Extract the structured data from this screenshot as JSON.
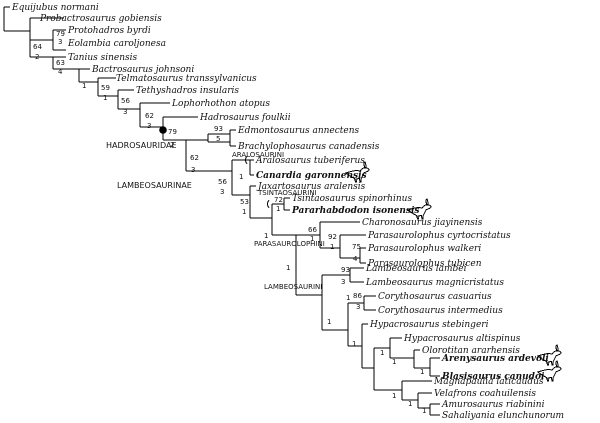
{
  "taxa": {
    "equijubus": "Equijubus normani",
    "probactrosaurus": "Probactrosaurus gobiensis",
    "protohadros": "Protohadros byrdi",
    "eolambia": "Eolambia caroljonesa",
    "tanius": "Tanius sinensis",
    "bactrosaurus": "Bactrosaurus johnsoni",
    "telmatosaurus": "Telmatosaurus transsylvanicus",
    "tethyshadros": "Tethyshadros insularis",
    "lophorhothon": "Lophorhothon atopus",
    "hadrosaurus": "Hadrosaurus foulkii",
    "edmontosaurus": "Edmontosaurus annectens",
    "brachylophosaurus": "Brachylophosaurus canadensis",
    "aralosaurus": "Aralosaurus tuberiferus",
    "canardia": "Canardia garonnensis",
    "jaxartosaurus": "Jaxartosaurus aralensis",
    "tsintaosaurus": "Tsintaosaurus spinorhinus",
    "pararhabdodon": "Pararhabdodon isonensis",
    "charonosaurus": "Charonosaurus jiayinensis",
    "p_cyrtocristatus": "Parasaurolophus cyrtocristatus",
    "p_walkeri": "Parasaurolophus walkeri",
    "p_tubicen": "Parasaurolophus tubicen",
    "l_lambei": "Lambeosaurus lambei",
    "l_magnicristatus": "Lambeosaurus magnicristatus",
    "c_casuarius": "Corythosaurus casuarius",
    "c_intermedius": "Corythosaurus intermedius",
    "h_stebingeri": "Hypacrosaurus stebingeri",
    "h_altispinus": "Hypacrosaurus altispinus",
    "olorotitan": "Olorotitan ararhensis",
    "arenysaurus": "Arenysaurus ardevoli",
    "blasisaurus": "Blasisaurus canudoi",
    "magnapaulia": "Magnapaulia laticaudus",
    "velafrons": "Velafrons coahuilensis",
    "amurosaurus": "Amurosaurus riabinini",
    "sahaliyania": "Sahaliyania elunchunorum"
  },
  "clades": {
    "hadrosauridae": "HADROSAURIDAE",
    "lambeosaurinae": "LAMBEOSAURINAE",
    "aralosaurini": "ARALOSAURINI",
    "tsintaosaurini": "TSINTAOSAURINI",
    "parasaurolophini": "PARASAUROLOPHINI",
    "lambeosaurini": "LAMBEOSAURINI"
  },
  "support": {
    "n64": "64",
    "n2a": "2",
    "n79a": "79",
    "n3a": "3",
    "n63": "63",
    "n4": "4",
    "n1a": "1",
    "n59": "59",
    "n1b": "1",
    "n56a": "56",
    "n3b": "3",
    "n62a": "62",
    "n3c": "3",
    "n79b": "79",
    "n2b": "2",
    "n93a": "93",
    "n5": "5",
    "n62b": "62",
    "n3d": "3",
    "n1c": "1",
    "n56b": "56",
    "n3e": "3",
    "n53": "53",
    "n1d": "1",
    "n72": "72",
    "n1e": "1",
    "n1f": "1",
    "n66": "66",
    "n1g": "1",
    "n92": "92",
    "n1h": "1",
    "n75": "75",
    "n4b": "4",
    "n1i": "1",
    "n1j": "1",
    "n93b": "93",
    "n3f": "3",
    "n86": "86",
    "n3g": "3",
    "n1k": "1",
    "n1l": "1",
    "n1m": "1",
    "n1n": "1",
    "n1o": "1",
    "n1p": "1",
    "n1q": "1",
    "n1r": "1"
  },
  "silhouettes": [
    "dinosaur-silhouette-canardia",
    "dinosaur-silhouette-pararhabdodon",
    "dinosaur-silhouette-arenysaurus",
    "dinosaur-silhouette-blasisaurus"
  ]
}
